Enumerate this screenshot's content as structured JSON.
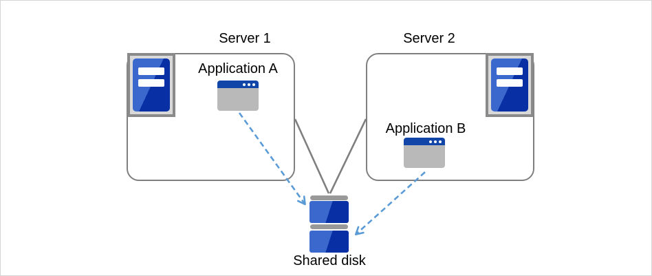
{
  "diagram": {
    "type": "architecture-cluster-diagram",
    "background": "#ffffff"
  },
  "nodes": {
    "server1": {
      "label": "Server 1"
    },
    "server2": {
      "label": "Server 2"
    },
    "application_a": {
      "label": "Application A"
    },
    "application_b": {
      "label": "Application B"
    },
    "shared_disk": {
      "label": "Shared disk"
    }
  },
  "icons": {
    "server1": "server-tower-icon",
    "server2": "server-tower-icon",
    "application_a": "app-window-icon",
    "application_b": "app-window-icon",
    "shared_disk": "disk-stack-icon"
  },
  "connections": [
    {
      "from": "server1",
      "to": "shared_disk",
      "style": "solid-line"
    },
    {
      "from": "server2",
      "to": "shared_disk",
      "style": "solid-line"
    },
    {
      "from": "application_a",
      "to": "shared_disk",
      "style": "dashed-arrow"
    },
    {
      "from": "application_b",
      "to": "shared_disk",
      "style": "dashed-arrow"
    }
  ],
  "colors": {
    "box_border": "#7f7f7f",
    "connector_line": "#7f7f7f",
    "arrow_blue": "#5b9bd5",
    "server_blue_light": "#3a68cc",
    "server_blue_dark": "#0830a4",
    "window_titlebar_blue": "#1245a8",
    "window_body_gray": "#b9b9b9",
    "tray_fill": "#d9d9d9",
    "tray_border": "#8a8a8a",
    "disk_bar_gray": "#999999",
    "canvas_border": "#d4d4d4"
  }
}
